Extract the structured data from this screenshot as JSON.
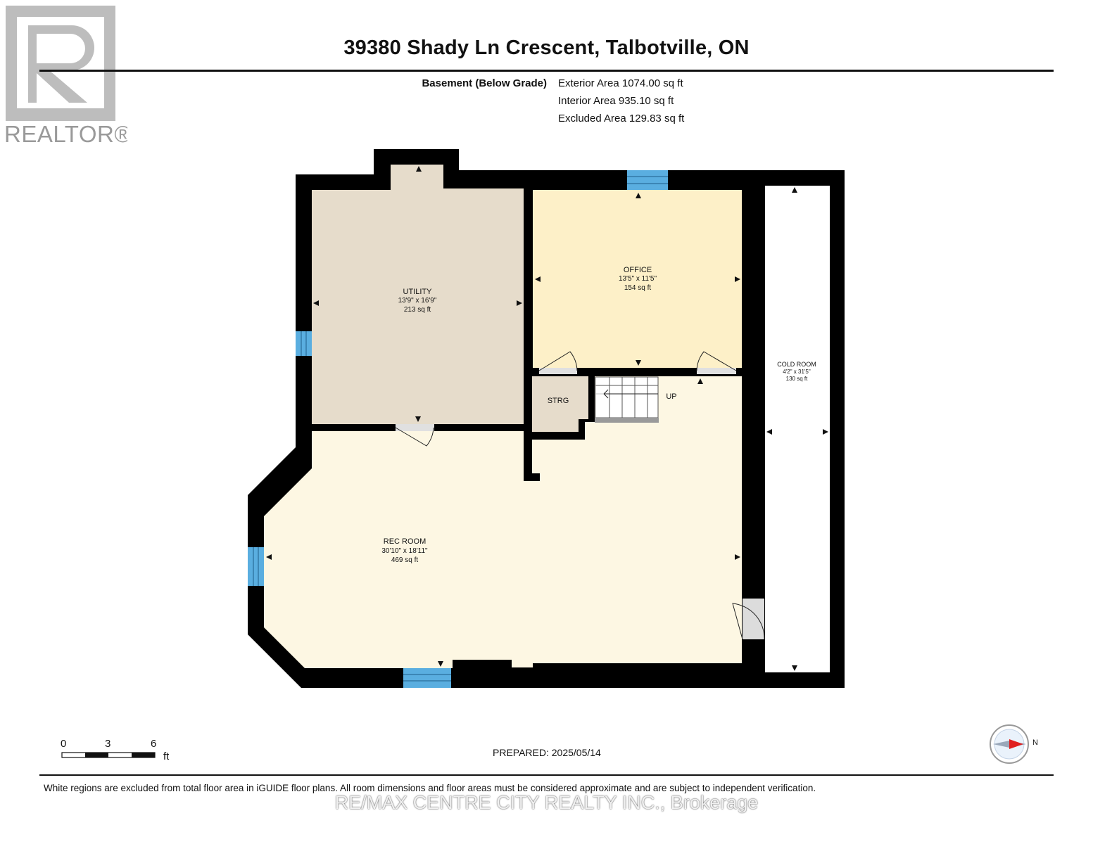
{
  "header": {
    "title": "39380 Shady Ln Crescent, Talbotville, ON"
  },
  "level": {
    "name": "Basement (Below Grade)",
    "exterior_area": "Exterior Area 1074.00 sq ft",
    "interior_area": "Interior Area 935.10 sq ft",
    "excluded_area": "Excluded Area 129.83 sq ft"
  },
  "logo": {
    "text": "REALTOR®",
    "letter": "R"
  },
  "rooms": {
    "utility": {
      "name": "UTILITY",
      "dims": "13'9\" x 16'9\"",
      "area": "213 sq ft"
    },
    "office": {
      "name": "OFFICE",
      "dims": "13'5\" x 11'5\"",
      "area": "154 sq ft"
    },
    "cold_room": {
      "name": "COLD ROOM",
      "dims": "4'2\" x 31'5\"",
      "area": "130 sq ft"
    },
    "rec_room": {
      "name": "REC ROOM",
      "dims": "30'10\" x 18'11\"",
      "area": "469 sq ft"
    },
    "storage": {
      "name": "STRG"
    },
    "stairs": {
      "label": "UP"
    }
  },
  "colors": {
    "wall": "#000000",
    "utility_fill": "#e6dccb",
    "office_fill": "#fdf0c8",
    "rec_fill": "#fdf7e3",
    "storage_fill": "#e6dccb",
    "window": "#5aaee0"
  },
  "scale": {
    "ticks": [
      "0",
      "3",
      "6"
    ],
    "unit": "ft"
  },
  "compass": {
    "label": "N"
  },
  "footer": {
    "prepared": "PREPARED: 2025/05/14",
    "disclaimer": "White regions are excluded from total floor area in iGUIDE floor plans. All room dimensions and floor areas must be considered approximate and are subject to independent verification.",
    "brokerage": "RE/MAX CENTRE CITY REALTY INC., Brokerage"
  }
}
